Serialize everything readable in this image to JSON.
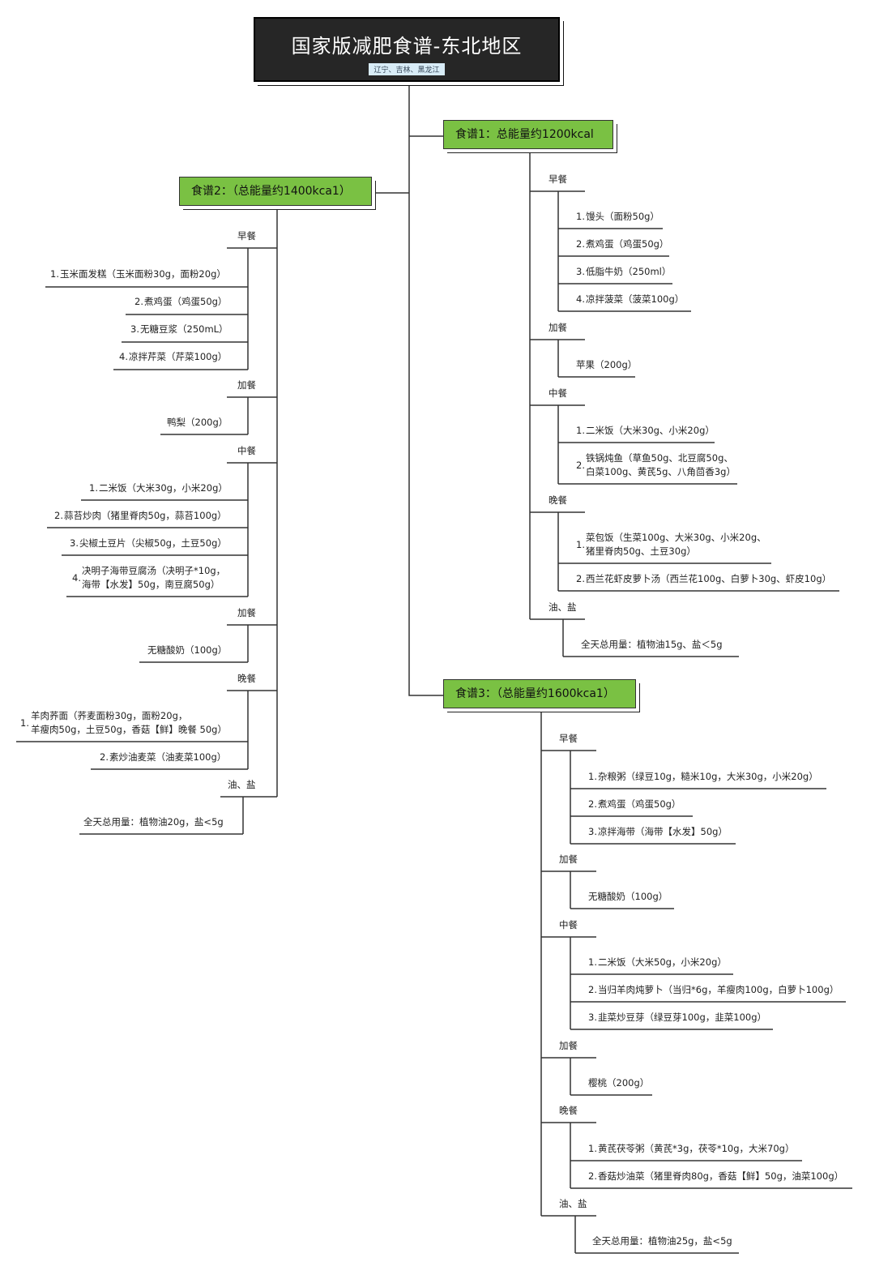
{
  "title": "国家版减肥食谱-东北地区",
  "subtitle": "辽宁、吉林、黑龙江",
  "recipe1": {
    "title": "食谱1：总能量约1200kcal",
    "breakfast": "早餐",
    "b1": "馒头（面粉50g）",
    "b2": "煮鸡蛋（鸡蛋50g）",
    "b3": "低脂牛奶（250ml）",
    "b4": "凉拌菠菜（菠菜100g）",
    "snack": "加餐",
    "s1": "苹果（200g）",
    "lunch": "中餐",
    "l1": "二米饭（大米30g、小米20g）",
    "l2a": "铁锅炖鱼（草鱼50g、北豆腐50g、",
    "l2b": "白菜100g、黄芪5g、八角茴香3g）",
    "dinner": "晚餐",
    "d1a": "菜包饭（生菜100g、大米30g、小米20g、",
    "d1b": "猪里脊肉50g、土豆30g）",
    "d2": "西兰花虾皮萝卜汤（西兰花100g、白萝卜30g、虾皮10g）",
    "oil": "油、盐",
    "oil1": "全天总用量：植物油15g、盐＜5g"
  },
  "recipe2": {
    "title": "食谱2：（总能量约1400kca1）",
    "breakfast": "早餐",
    "b1": "玉米面发糕（玉米面粉30g，面粉20g）",
    "b2": "煮鸡蛋（鸡蛋50g）",
    "b3": "无糖豆浆（250mL）",
    "b4": "凉拌芹菜（芹菜100g）",
    "snack1": "加餐",
    "s1": "鸭梨（200g）",
    "lunch": "中餐",
    "l1": "二米饭（大米30g，小米20g）",
    "l2": "蒜苔炒肉（猪里脊肉50g，蒜苔100g）",
    "l3": "尖椒土豆片（尖椒50g，土豆50g）",
    "l4a": "决明子海带豆腐汤（决明子*10g，",
    "l4b": "海带【水发】50g，南豆腐50g）",
    "snack2": "加餐",
    "s2": "无糖酸奶（100g）",
    "dinner": "晚餐",
    "d1a": "羊肉荞面（荞麦面粉30g，面粉20g，",
    "d1b": "羊瘦肉50g，土豆50g，香菇【鲜】晚餐 50g）",
    "d2": "素炒油麦菜（油麦菜100g）",
    "oil": "油、盐",
    "oil1": "全天总用量：植物油20g，盐<5g"
  },
  "recipe3": {
    "title": "食谱3：（总能量约1600kca1）",
    "breakfast": "早餐",
    "b1": "杂粮粥（绿豆10g，糙米10g，大米30g，小米20g）",
    "b2": "煮鸡蛋（鸡蛋50g）",
    "b3": "凉拌海带（海带【水发】50g）",
    "snack1": "加餐",
    "s1": "无糖酸奶（100g）",
    "lunch": "中餐",
    "l1": "二米饭（大米50g，小米20g）",
    "l2": "当归羊肉炖萝卜（当归*6g，羊瘦肉100g，白萝卜100g）",
    "l3": "韭菜炒豆芽（绿豆芽100g，韭菜100g）",
    "snack2": "加餐",
    "s2": "樱桃（200g）",
    "dinner": "晚餐",
    "d1": "黄芪茯苓粥（黄芪*3g，茯苓*10g，大米70g）",
    "d2": "香菇炒油菜（猪里脊肉80g，香菇【鲜】50g，油菜100g）",
    "oil": "油、盐",
    "oil1": "全天总用量：植物油25g，盐<5g"
  },
  "numbers": [
    "1.",
    "2.",
    "3.",
    "4."
  ]
}
